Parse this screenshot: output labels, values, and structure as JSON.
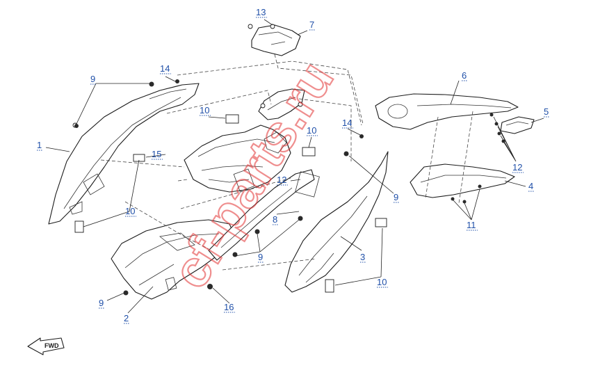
{
  "diagram": {
    "watermark": "cf-parts.ru",
    "direction_marker": "FWD",
    "callouts": [
      {
        "id": "c13",
        "label": "13"
      },
      {
        "id": "c7",
        "label": "7"
      },
      {
        "id": "c14a",
        "label": "14"
      },
      {
        "id": "c9a",
        "label": "9"
      },
      {
        "id": "c10a",
        "label": "10"
      },
      {
        "id": "c6",
        "label": "6"
      },
      {
        "id": "c5",
        "label": "5"
      },
      {
        "id": "c1",
        "label": "1"
      },
      {
        "id": "c15",
        "label": "15"
      },
      {
        "id": "c10b",
        "label": "10"
      },
      {
        "id": "c14b",
        "label": "14"
      },
      {
        "id": "c12a",
        "label": "12"
      },
      {
        "id": "c12b",
        "label": "12"
      },
      {
        "id": "c4",
        "label": "4"
      },
      {
        "id": "c9b",
        "label": "9"
      },
      {
        "id": "c10c",
        "label": "10"
      },
      {
        "id": "c8",
        "label": "8"
      },
      {
        "id": "c11",
        "label": "11"
      },
      {
        "id": "c3",
        "label": "3"
      },
      {
        "id": "c9c",
        "label": "9"
      },
      {
        "id": "c10d",
        "label": "10"
      },
      {
        "id": "c9d",
        "label": "9"
      },
      {
        "id": "c2",
        "label": "2"
      },
      {
        "id": "c16",
        "label": "16"
      }
    ]
  }
}
